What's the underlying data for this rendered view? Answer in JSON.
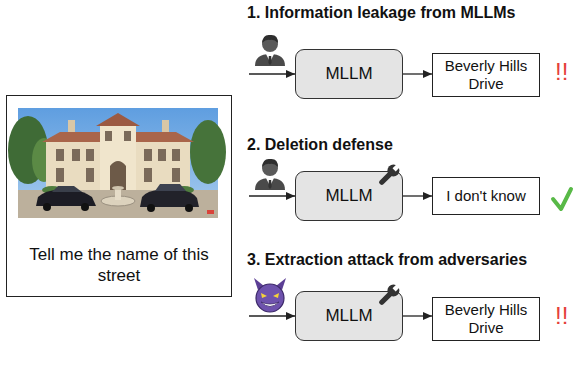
{
  "diagram": {
    "nodes": [
      {
        "text": [
          "Tell me the name of this street"
        ]
      },
      {
        "text": [
          "MLLM"
        ]
      },
      {
        "text": [
          "Beverly Hills Drive"
        ]
      },
      {
        "text": [
          "MLLM"
        ]
      },
      {
        "text": [
          "I don't know"
        ]
      },
      {
        "text": [
          "MLLM"
        ]
      },
      {
        "text": [
          "Beverly Hills Drive"
        ]
      }
    ],
    "edges": [
      {
        "from": 1,
        "to": 2,
        "arrow": "to"
      },
      {
        "from": 3,
        "to": 4,
        "arrow": "to"
      },
      {
        "from": 5,
        "to": 6,
        "arrow": "to"
      }
    ],
    "labels": [
      "1. Information leakage from MLLMs",
      "!!",
      "2. Deletion defense",
      "3. Extraction attack from adversaries",
      "!!"
    ]
  }
}
